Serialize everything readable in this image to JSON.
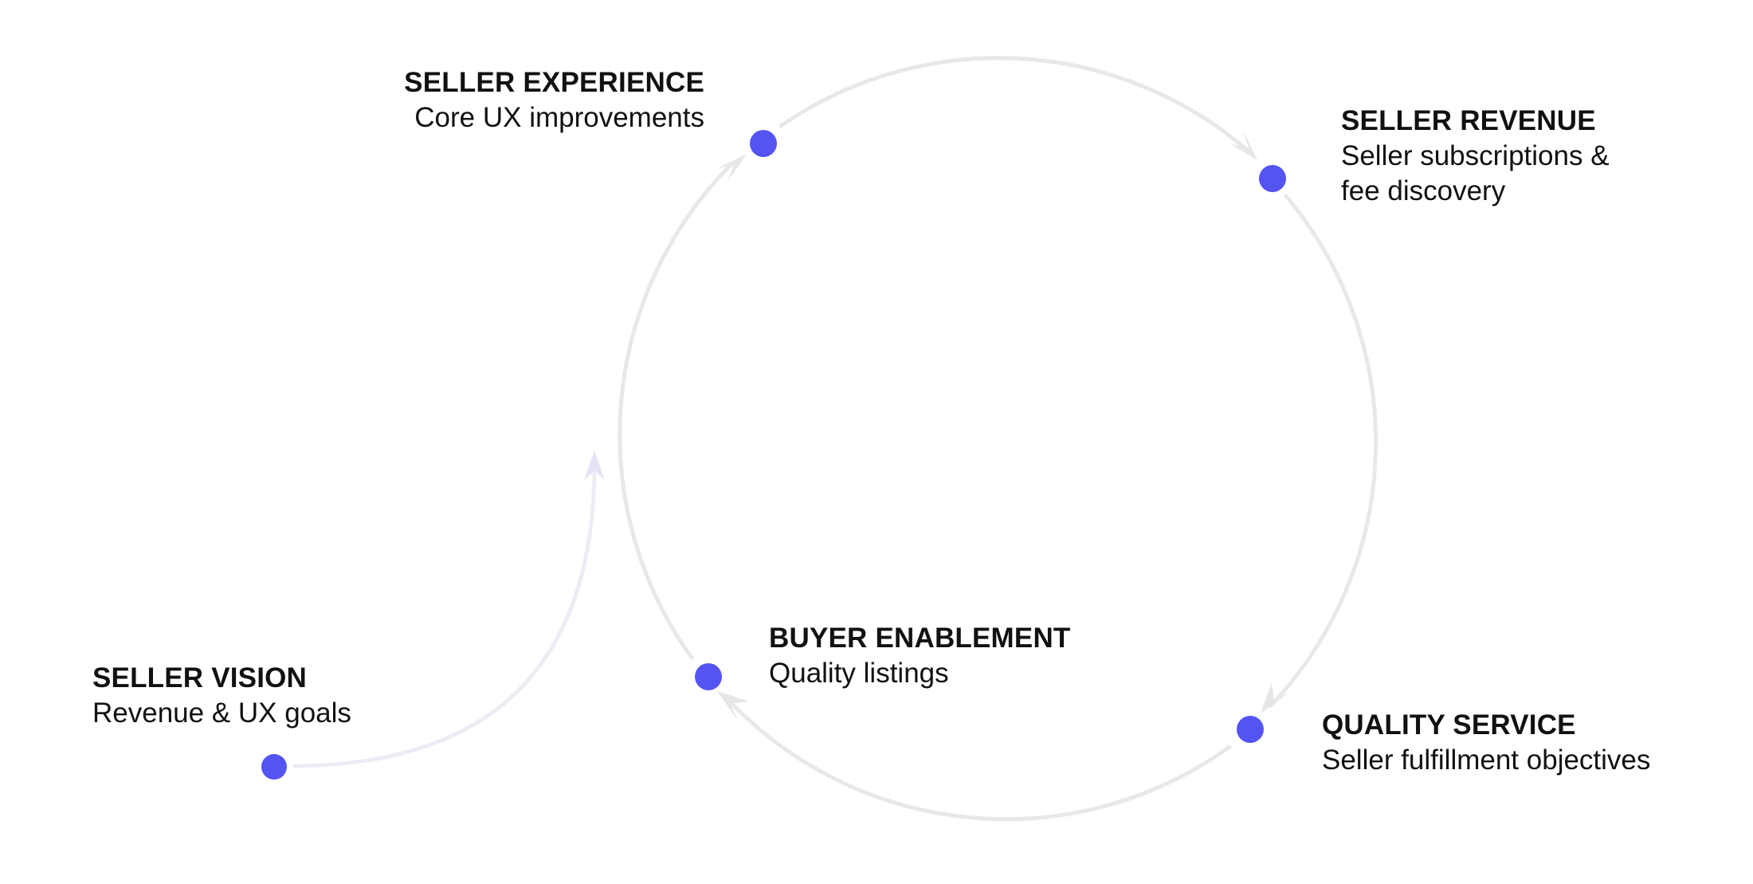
{
  "accent_color": "#5454f2",
  "line_color": "#e8e8e8",
  "nodes": {
    "seller_experience": {
      "title": "SELLER EXPERIENCE",
      "subtitle": "Core UX improvements"
    },
    "seller_revenue": {
      "title": "SELLER REVENUE",
      "subtitle_line1": "Seller subscriptions &",
      "subtitle_line2": "fee discovery"
    },
    "quality_service": {
      "title": "QUALITY SERVICE",
      "subtitle": "Seller fulfillment objectives"
    },
    "buyer_enablement": {
      "title": "BUYER ENABLEMENT",
      "subtitle": "Quality listings"
    },
    "seller_vision": {
      "title": "SELLER VISION",
      "subtitle": "Revenue & UX goals"
    }
  }
}
